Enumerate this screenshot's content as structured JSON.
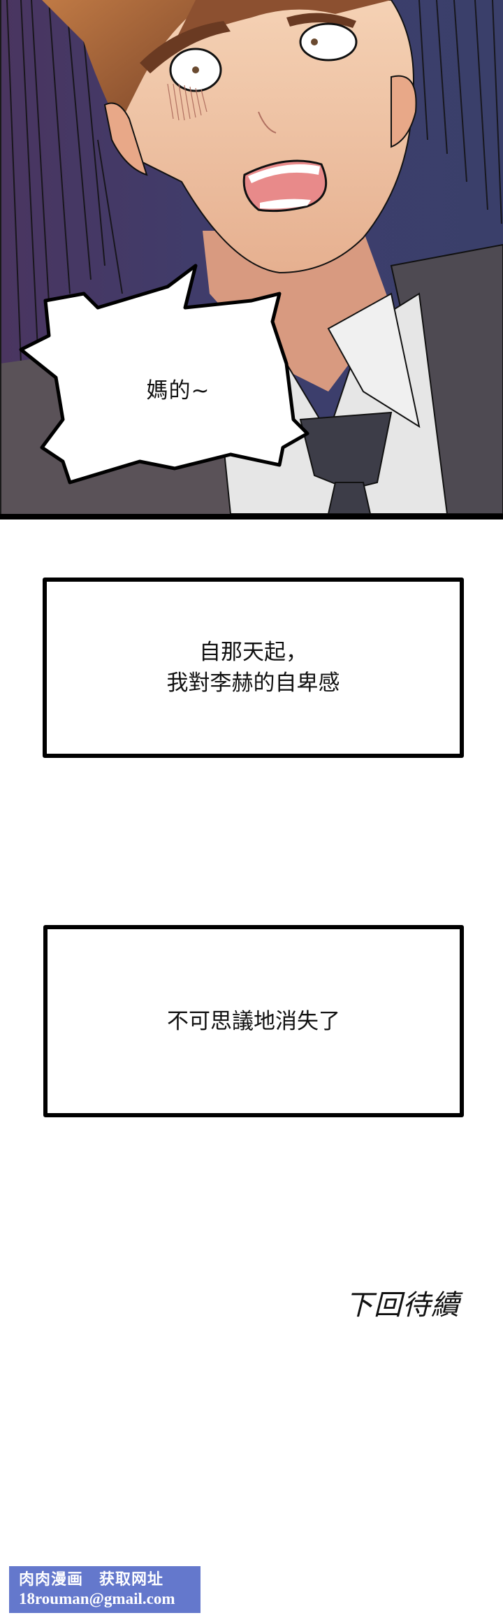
{
  "panel": {
    "speech_bubble": {
      "text": "媽的~"
    },
    "colors": {
      "background": "#3f3d6c",
      "background_dark": "#4a3560",
      "hair": "#9a5a35",
      "skin": "#f2c9a9",
      "skin_shadow": "#d89a80",
      "shirt": "#e6e6e6",
      "jacket": "#5a5258",
      "tie": "#3d3d48",
      "mouth": "#e88a8a",
      "border": "#000000"
    }
  },
  "captions": [
    {
      "lines": [
        "自那天起，",
        "我對李赫的自卑感"
      ]
    },
    {
      "lines": [
        "不可思議地消失了"
      ]
    }
  ],
  "to_be_continued": "下回待續",
  "watermark": {
    "title": "肉肉漫画　获取网址",
    "email": "18rouman@gmail.com",
    "background": "#6478cc"
  }
}
